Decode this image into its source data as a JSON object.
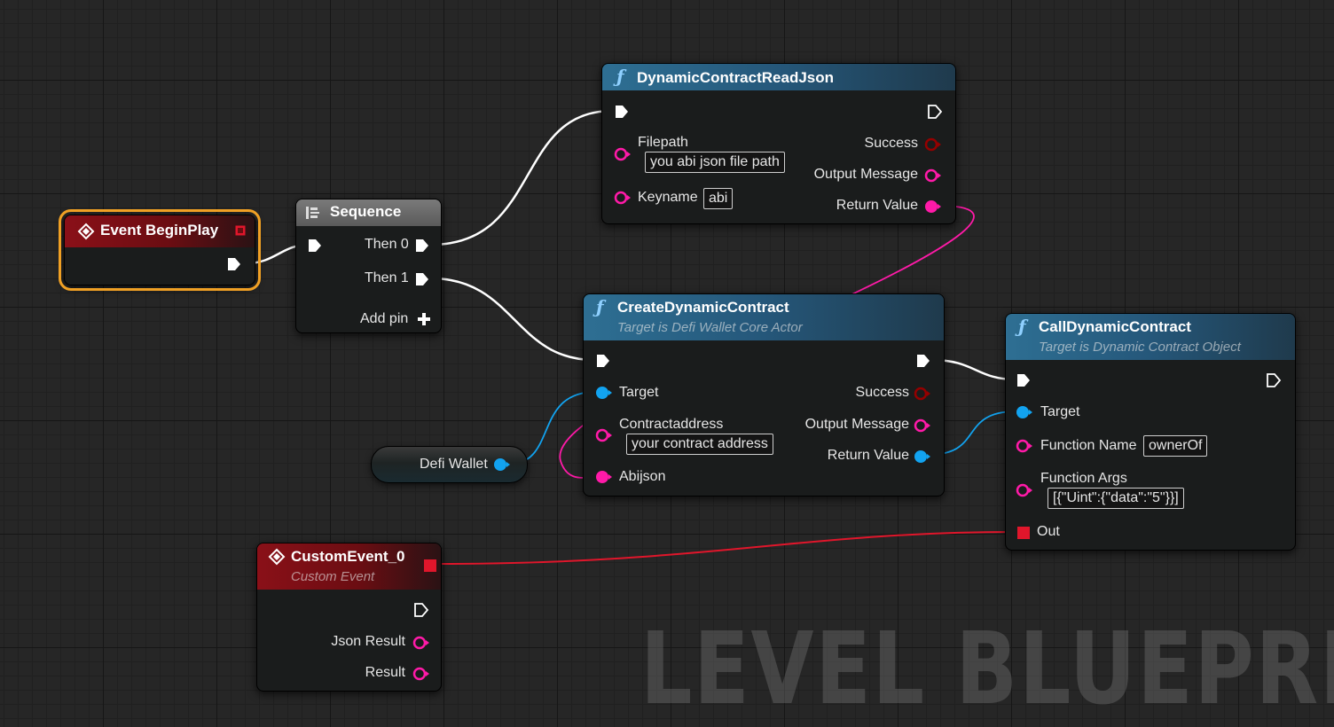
{
  "watermark": "LEVEL BLUEPRI",
  "nodes": {
    "begin_play": {
      "title": "Event BeginPlay"
    },
    "sequence": {
      "title": "Sequence",
      "then0": "Then 0",
      "then1": "Then 1",
      "add_pin": "Add pin"
    },
    "read_json": {
      "title": "DynamicContractReadJson",
      "filepath_label": "Filepath",
      "filepath_value": "you abi json file path",
      "keyname_label": "Keyname",
      "keyname_value": "abi",
      "success": "Success",
      "output_message": "Output Message",
      "return_value": "Return Value"
    },
    "create_contract": {
      "title": "CreateDynamicContract",
      "subtitle": "Target is Defi Wallet Core Actor",
      "target": "Target",
      "contract_label": "Contractaddress",
      "contract_value": "your contract address",
      "abijson": "Abijson",
      "success": "Success",
      "output_message": "Output Message",
      "return_value": "Return Value"
    },
    "call_contract": {
      "title": "CallDynamicContract",
      "subtitle": "Target is Dynamic Contract Object",
      "target": "Target",
      "function_name_label": "Function Name",
      "function_name_value": "ownerOf",
      "function_args_label": "Function Args",
      "function_args_value": "[{\"Uint\":{\"data\":\"5\"}}]",
      "out": "Out"
    },
    "defi_wallet": {
      "label": "Defi Wallet"
    },
    "custom_event": {
      "title": "CustomEvent_0",
      "subtitle": "Custom Event",
      "json_result": "Json Result",
      "result": "Result"
    }
  },
  "colors": {
    "exec": "#ffffff",
    "string_pin": "#ff1aa8",
    "object_pin": "#12a3f0",
    "delegate_pin": "#e0162b",
    "bool_pin": "#940000",
    "selection": "#f0a024"
  }
}
